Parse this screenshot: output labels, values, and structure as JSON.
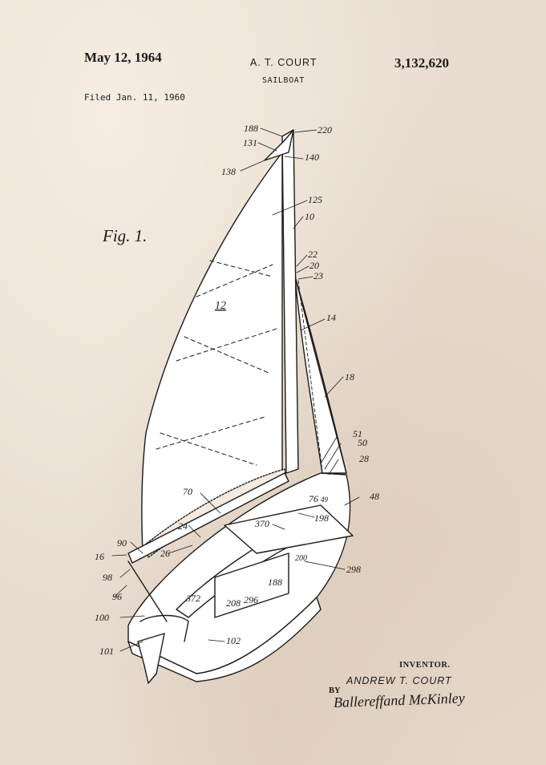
{
  "header": {
    "date": "May 12, 1964",
    "inventor": "A. T. COURT",
    "patent_number": "3,132,620",
    "title": "SAILBOAT",
    "filed": "Filed Jan. 11, 1960"
  },
  "figure": {
    "label": "Fig. 1.",
    "callouts": [
      "188",
      "220",
      "131",
      "140",
      "138",
      "125",
      "10",
      "22",
      "20",
      "23",
      "12",
      "14",
      "18",
      "51",
      "50",
      "28",
      "49",
      "48",
      "76",
      "70",
      "198",
      "370",
      "24",
      "26",
      "200",
      "90",
      "16",
      "298",
      "98",
      "188",
      "296",
      "208",
      "372",
      "96",
      "100",
      "101",
      "102"
    ]
  },
  "footer": {
    "inventor_label": "INVENTOR.",
    "inventor_name": "ANDREW T. COURT",
    "by_label": "BY",
    "signature": "Ballereffand McKinley"
  },
  "colors": {
    "paper": "#e9ddd1",
    "ink": "#1d1a17",
    "sail": "#ffffff"
  }
}
